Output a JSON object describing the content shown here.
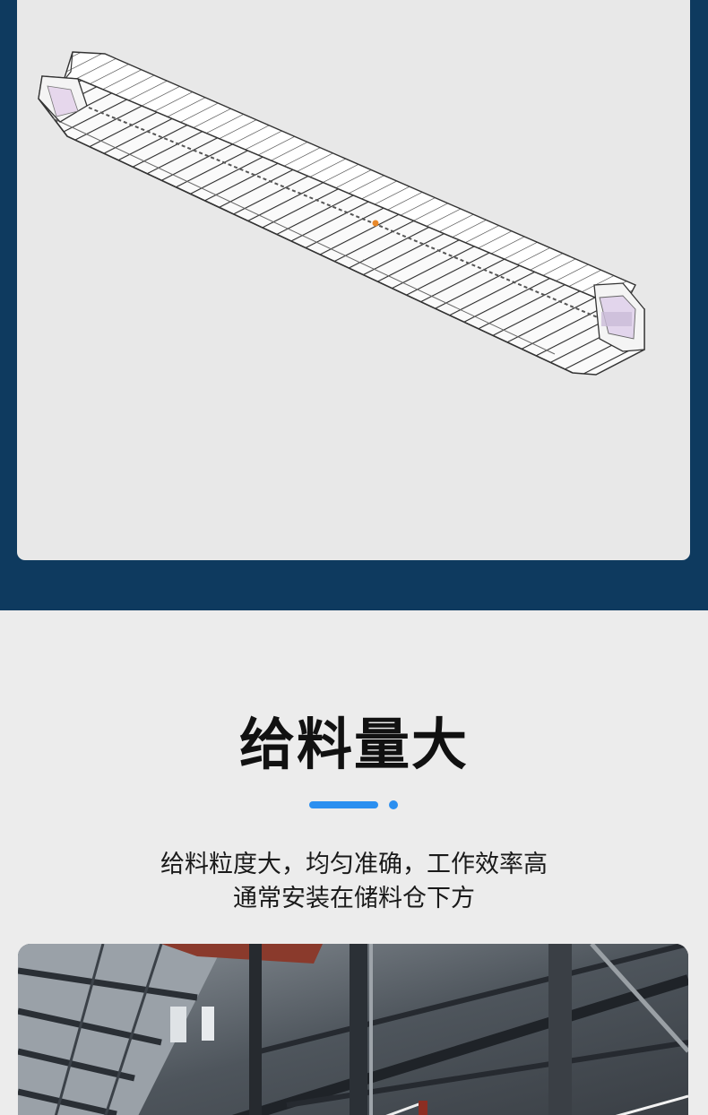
{
  "top_section": {
    "background_color": "#0e3a5f",
    "diagram": {
      "subject": "chain-scraper-conveyor-3d-drawing",
      "card_color": "#e8e8e8"
    }
  },
  "feature": {
    "title": "给料量大",
    "accent_color": "#2b8ff0",
    "description_lines": [
      "给料粒度大，均匀准确，工作效率高",
      "通常安装在储料仓下方"
    ],
    "photo": {
      "subject": "factory-interior-steel-structure-photo"
    }
  }
}
